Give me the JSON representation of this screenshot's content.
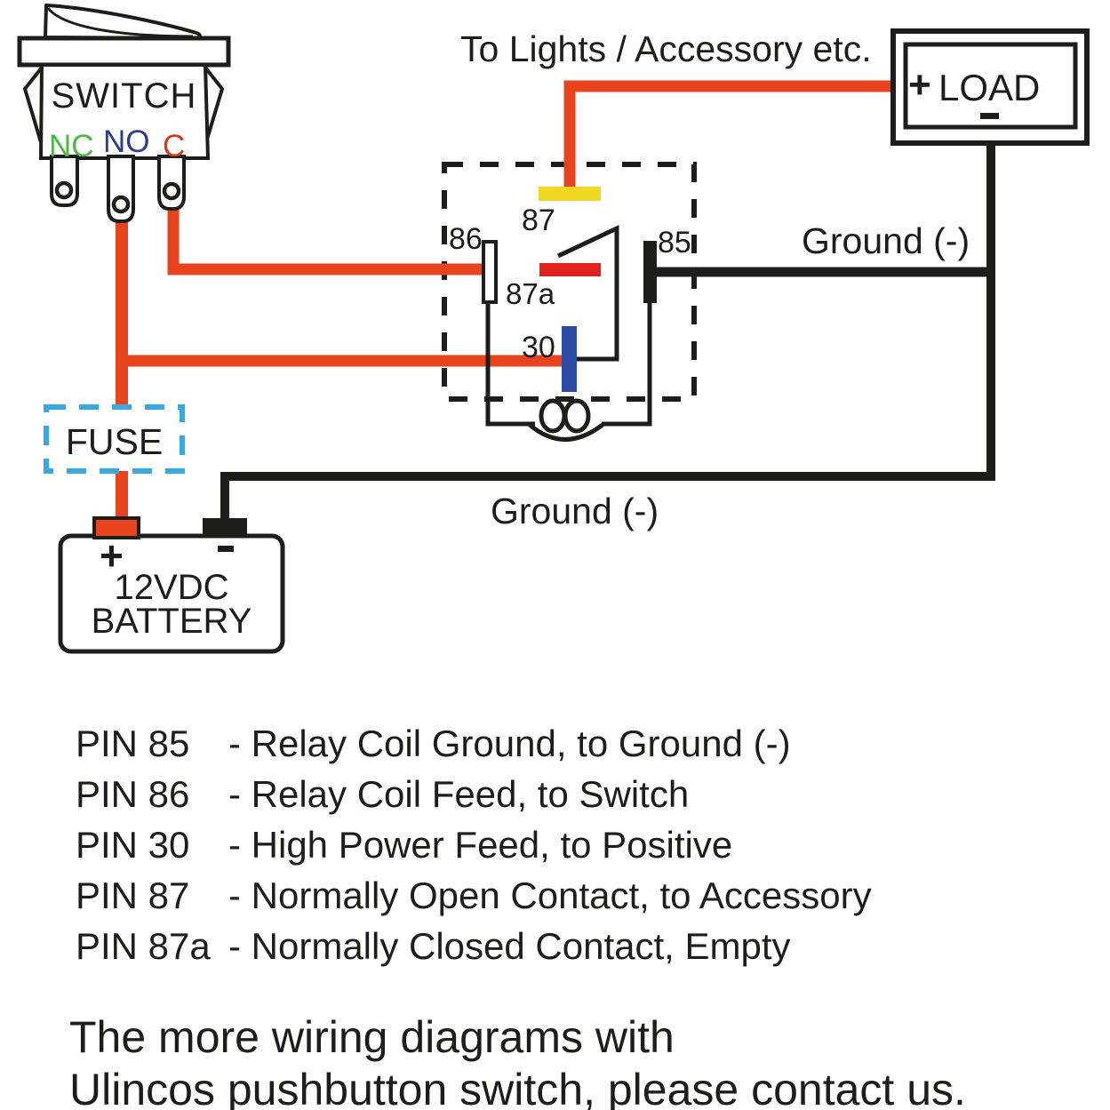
{
  "colors": {
    "line_black": "#1d1d1b",
    "wire_red": "#e8431d",
    "bar_yellow": "#f0d722",
    "bar_red": "#e3201b",
    "bar_blue": "#2b49a5",
    "fuse_dash_cyan": "#36a9e1",
    "nc_green": "#4eb748",
    "no_blue": "#2b3d90",
    "c_red": "#d23c1e"
  },
  "switch": {
    "title": "SWITCH",
    "terminal_nc": "NC",
    "terminal_no": "NO",
    "terminal_c": "C"
  },
  "relay": {
    "pin_87": "87",
    "pin_86": "86",
    "pin_85": "85",
    "pin_87a": "87a",
    "pin_30": "30"
  },
  "load": {
    "plus": "+",
    "label": "LOAD",
    "minus": "-"
  },
  "fuse": {
    "label": "FUSE"
  },
  "battery": {
    "plus": "+",
    "minus": "-",
    "line1": "12VDC",
    "line2": "BATTERY"
  },
  "annotations": {
    "to_lights": "To Lights / Accessory etc.",
    "ground_right": "Ground (-)",
    "ground_mid": "Ground (-)"
  },
  "pin_descriptions": [
    {
      "pin": "PIN 85",
      "desc": "- Relay Coil Ground, to Ground (-)"
    },
    {
      "pin": "PIN 86",
      "desc": "- Relay Coil Feed, to Switch"
    },
    {
      "pin": "PIN 30",
      "desc": "- High Power Feed, to Positive"
    },
    {
      "pin": "PIN 87",
      "desc": "- Normally Open Contact, to Accessory"
    },
    {
      "pin": "PIN 87a",
      "desc": "- Normally Closed Contact, Empty"
    }
  ],
  "footer": {
    "line1": "The more wiring diagrams with",
    "line2": "Ulincos pushbutton switch, please contact us."
  }
}
